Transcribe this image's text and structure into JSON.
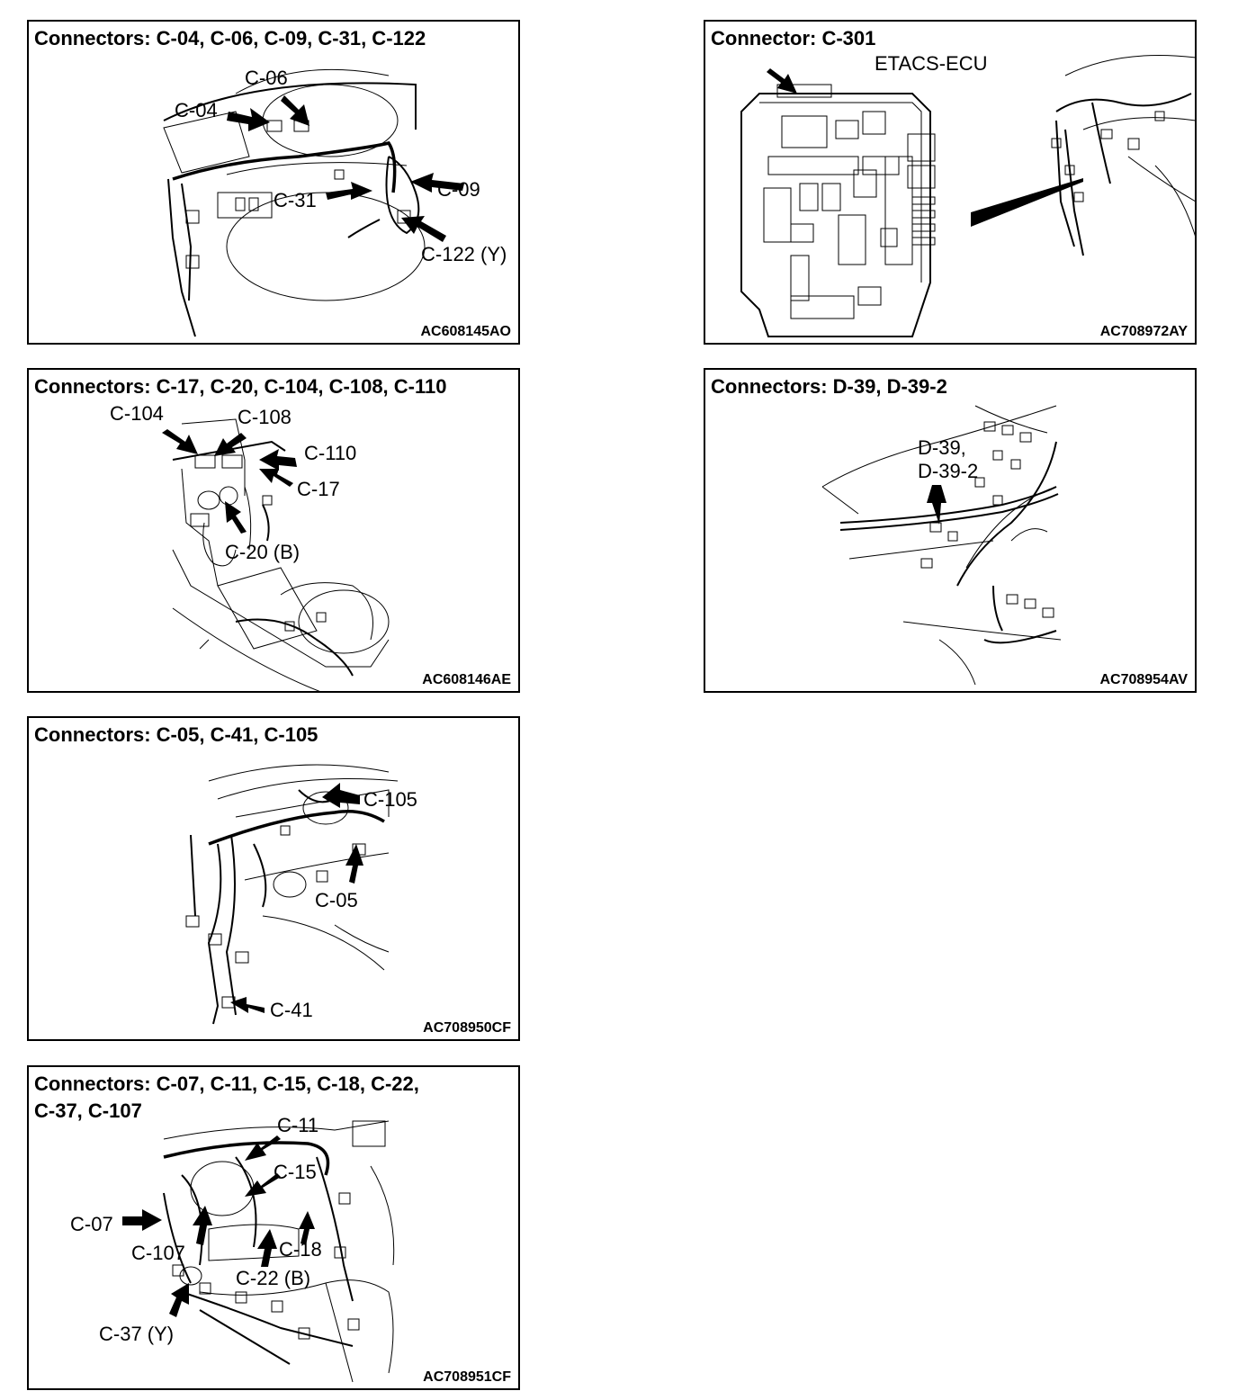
{
  "panels": {
    "p1": {
      "title": "Connectors: C-04, C-06, C-09, C-31, C-122",
      "code": "AC608145AO",
      "labels": {
        "c04": "C-04",
        "c06": "C-06",
        "c09": "C-09",
        "c31": "C-31",
        "c122": "C-122 (Y)"
      }
    },
    "p2": {
      "title": "Connector: C-301",
      "code": "AC708972AY",
      "labels": {
        "ecu": "ETACS-ECU"
      }
    },
    "p3": {
      "title": "Connectors: C-17, C-20, C-104, C-108, C-110",
      "code": "AC608146AE",
      "labels": {
        "c104": "C-104",
        "c108": "C-108",
        "c110": "C-110",
        "c17": "C-17",
        "c20": "C-20 (B)"
      }
    },
    "p4": {
      "title": "Connectors: D-39, D-39-2",
      "code": "AC708954AV",
      "labels": {
        "d39": "D-39,\nD-39-2"
      }
    },
    "p5": {
      "title": "Connectors: C-05, C-41, C-105",
      "code": "AC708950CF",
      "labels": {
        "c105": "C-105",
        "c05": "C-05",
        "c41": "C-41"
      }
    },
    "p6": {
      "title": "Connectors: C-07, C-11, C-15, C-18, C-22,\nC-37, C-107",
      "code": "AC708951CF",
      "labels": {
        "c11": "C-11",
        "c15": "C-15",
        "c07": "C-07",
        "c107": "C-107",
        "c18": "C-18",
        "c22": "C-22 (B)",
        "c37": "C-37 (Y)"
      }
    }
  }
}
